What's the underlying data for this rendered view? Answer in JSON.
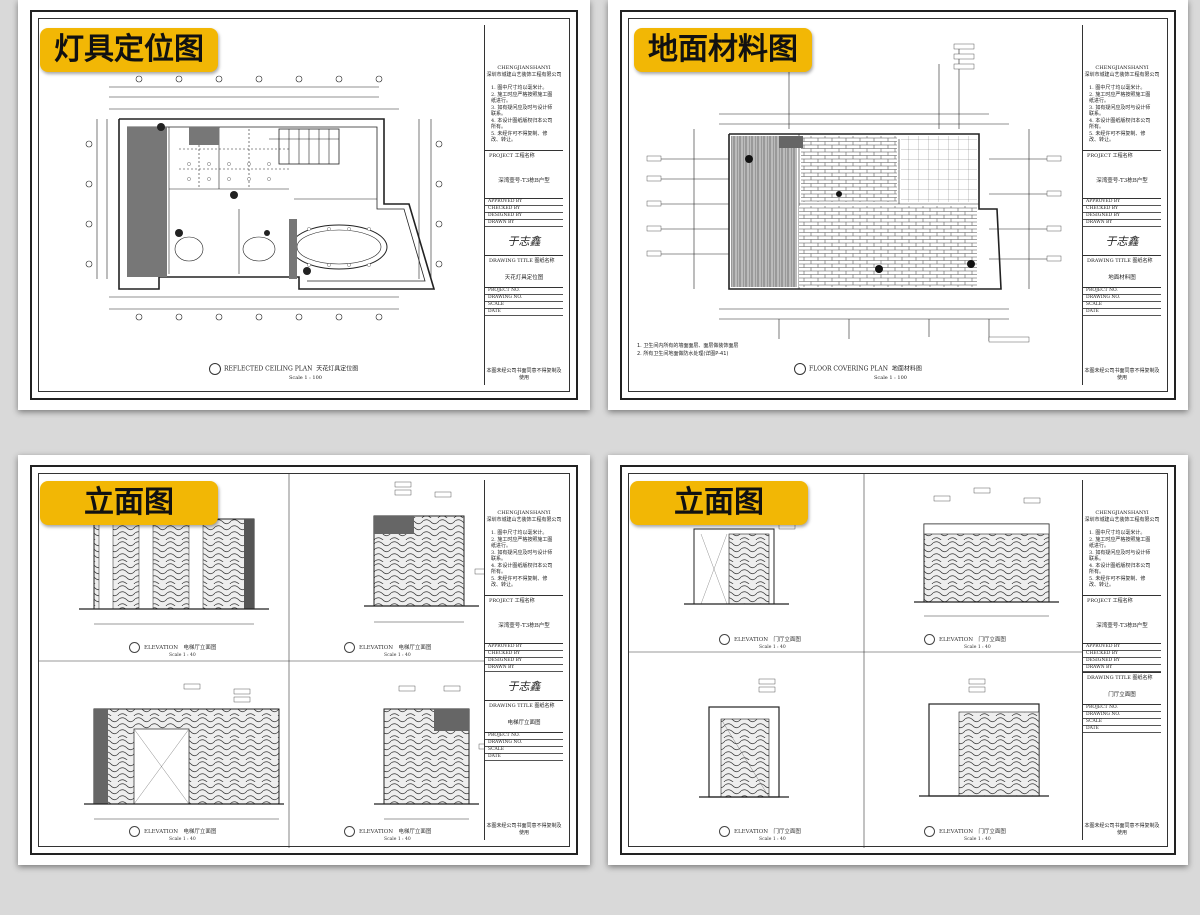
{
  "sheets": {
    "lighting": {
      "badge": "灯具定位图",
      "plan_title_en": "REFLECTED CEILING PLAN",
      "plan_title_cn": "天花灯具定位图",
      "scale": "Scale 1 : 100",
      "drawing_title_cn": "天花灯具定位图"
    },
    "floor": {
      "badge": "地面材料图",
      "plan_title_en": "FLOOR COVERING PLAN",
      "plan_title_cn": "地面材料图",
      "scale": "Scale 1 : 100",
      "drawing_title_cn": "地面材料图",
      "notes": [
        "1. 卫生间内所有的墙面面层、面层做装饰面层",
        "2. 所有卫生间地面做防水处理(详图P-41)"
      ]
    },
    "elevation_a": {
      "badge": "立面图",
      "elevations": [
        {
          "en": "ELEVATION",
          "cn": "电梯厅立面图",
          "scale": "Scale 1 : 40"
        },
        {
          "en": "ELEVATION",
          "cn": "电梯厅立面图",
          "scale": "Scale 1 : 40"
        },
        {
          "en": "ELEVATION",
          "cn": "电梯厅立面图",
          "scale": "Scale 1 : 40"
        },
        {
          "en": "ELEVATION",
          "cn": "电梯厅立面图",
          "scale": "Scale 1 : 40"
        }
      ],
      "drawing_title_cn": "电梯厅立面图"
    },
    "elevation_b": {
      "badge": "立面图",
      "elevations": [
        {
          "en": "ELEVATION",
          "cn": "门厅立面图",
          "scale": "Scale 1 : 40"
        },
        {
          "en": "ELEVATION",
          "cn": "门厅立面图",
          "scale": "Scale 1 : 40"
        },
        {
          "en": "ELEVATION",
          "cn": "门厅立面图",
          "scale": "Scale 1 : 40"
        },
        {
          "en": "ELEVATION",
          "cn": "门厅立面图",
          "scale": "Scale 1 : 40"
        }
      ],
      "drawing_title_cn": "门厅立面图"
    }
  },
  "title_block": {
    "company_en": "CHENGJIANSHANYI",
    "company_cn": "深圳市城建山艺装饰工程有限公司",
    "notes": [
      "1. 图中尺寸均以毫米计。",
      "2. 施工时应严格按照施工图纸进行。",
      "3. 如有疑问应及时与设计师联系。",
      "4. 本设计图纸版权归本公司所有。",
      "5. 未经许可不得复制、修改、转让。"
    ],
    "project_label": "PROJECT   工程名称",
    "project_name": "深湾壹号-T3栋B户型",
    "drawing_title_label": "DRAWING TITLE   图纸名称",
    "signature": "于志鑫",
    "rows": [
      "APPROVED BY",
      "CHECKED BY",
      "DESIGNED BY",
      "DRAWN BY",
      "PROJECT NO.",
      "DRAWING NO.",
      "SCALE",
      "DATE"
    ],
    "footer": "本图未经公司书面同意不得复制及使用"
  }
}
